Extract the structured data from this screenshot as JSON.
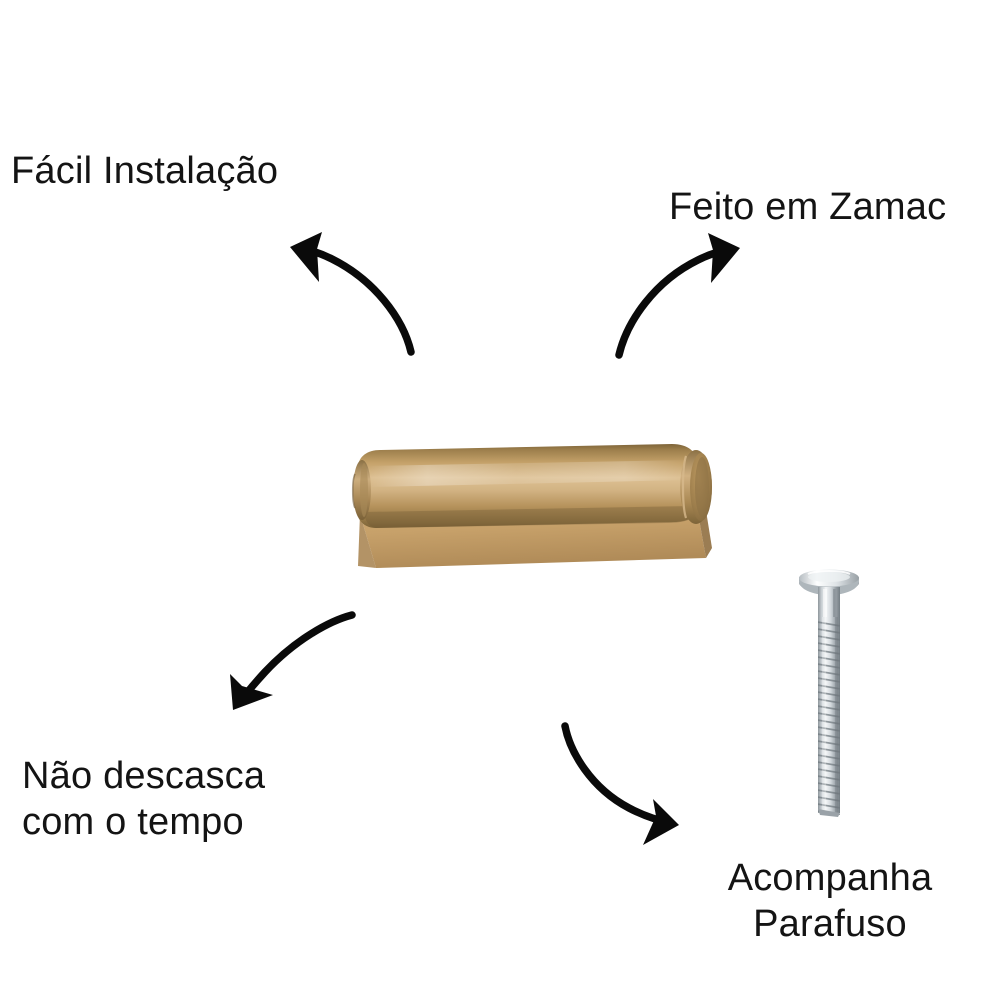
{
  "page": {
    "background_color": "#ffffff",
    "language": "pt-BR",
    "kind": "product-feature-infographic"
  },
  "labels": {
    "top_left": "Fácil Instalação",
    "top_right": "Feito em Zamac",
    "bottom_left": "Não descasca\ncom o tempo",
    "bottom_right": "Acompanha\nParafuso"
  },
  "text_color": "#141414",
  "arrows": {
    "top_left": {
      "name": "curved-arrow-up-left",
      "color": "#0a0a0a",
      "points_to": "Fácil Instalação"
    },
    "top_right": {
      "name": "curved-arrow-up-right",
      "color": "#0a0a0a",
      "points_to": "Feito em Zamac"
    },
    "bottom_left": {
      "name": "curved-arrow-down-left",
      "color": "#0a0a0a",
      "points_to": "Não descasca com o tempo"
    },
    "bottom_right": {
      "name": "curved-arrow-down-right",
      "color": "#0a0a0a",
      "points_to": "Acompanha Parafuso"
    }
  },
  "product": {
    "name": "puxador-zamac-dourado",
    "description": "Puxador de móvel cilíndrico dourado com base chanfrada",
    "colors": {
      "gold_highlight": "#e0c394",
      "gold_mid": "#c6a269",
      "gold_dark": "#8d7142",
      "gold_shadow": "#6f5833",
      "base_plate": "#c6a069",
      "base_plate_dark": "#ad8a56",
      "end_cap": "#9d7e4d"
    }
  },
  "screw": {
    "name": "parafuso-cromado",
    "description": "Parafuso cromado com cabeça chata larga e haste rosqueada",
    "colors": {
      "steel_light": "#f2f4f5",
      "steel_mid": "#c3c9cd",
      "steel_dark": "#8a9297",
      "steel_shadow": "#6d767c"
    }
  }
}
